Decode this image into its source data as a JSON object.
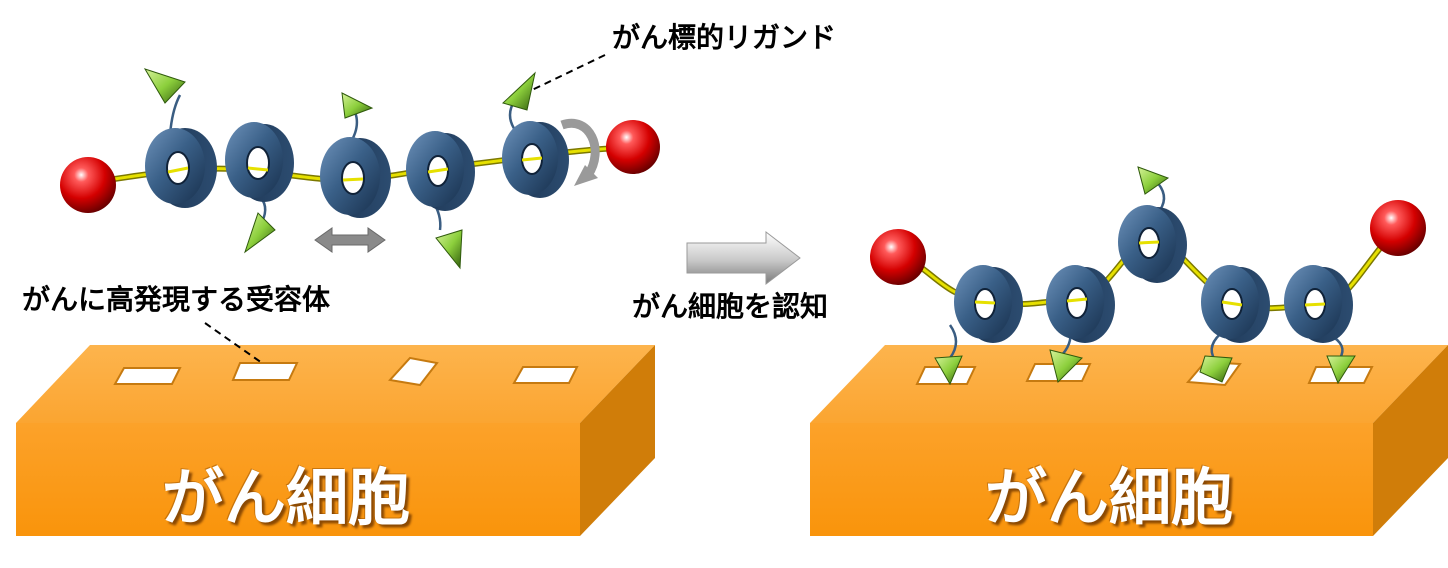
{
  "labels": {
    "ligand": "がん標的リガンド",
    "receptor": "がんに高発現する受容体",
    "recognize": "がん細胞を認知",
    "cell_left": "がん細胞",
    "cell_right": "がん細胞"
  },
  "colors": {
    "cell_top": "#fcaa3a",
    "cell_front": "#fb9c17",
    "cell_side": "#d07d09",
    "ring": "#34587e",
    "ring_dark": "#1d3654",
    "stopper": "#d40000",
    "axle": "#d8d200",
    "ligand": "#8ccf3c"
  },
  "icons": {
    "ring": "cyclic-ring-icon",
    "stopper": "red-sphere-icon",
    "ligand": "green-triangle-ligand-icon",
    "arrow": "right-arrow-icon",
    "motion_lateral": "double-arrow-icon",
    "motion_rotate": "rotation-arrow-icon"
  }
}
